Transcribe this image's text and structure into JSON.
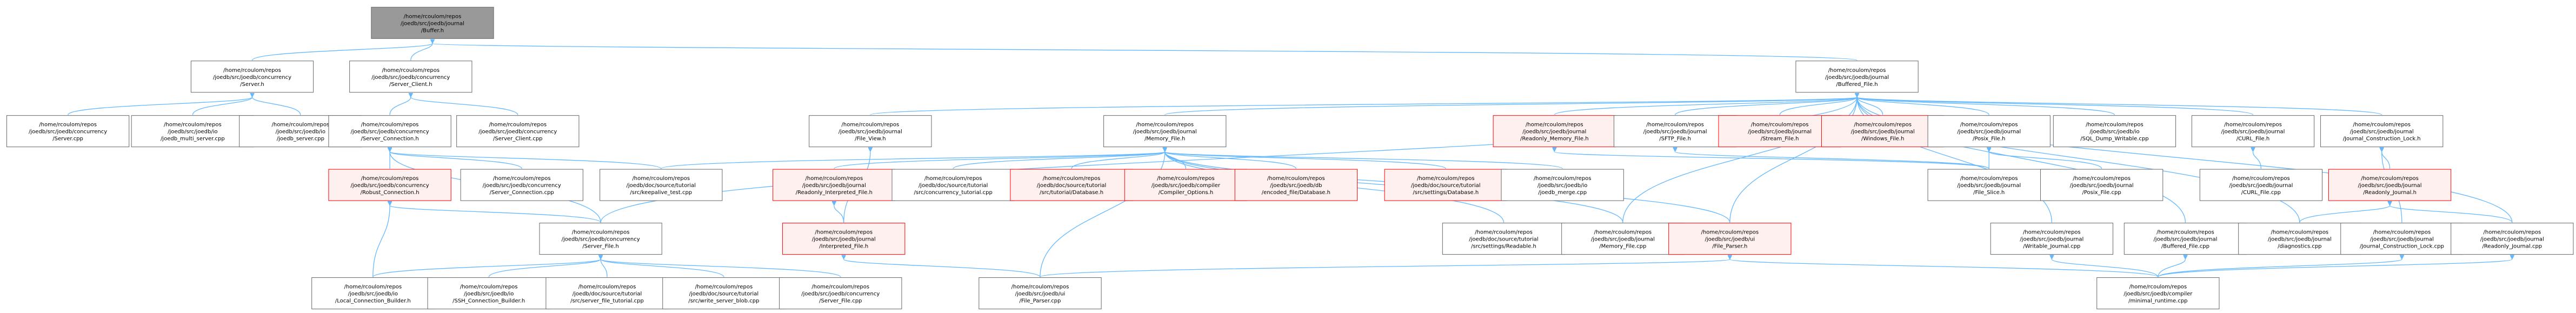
{
  "nodes": [
    {
      "id": "buffer_h",
      "lines": [
        "/home/rcoulom/repos",
        "/joedb/src/joedb/journal",
        "/Buffer.h"
      ],
      "style": "root"
    },
    {
      "id": "server_h",
      "lines": [
        "/home/rcoulom/repos",
        "/joedb/src/joedb/concurrency",
        "/Server.h"
      ],
      "style": "plain"
    },
    {
      "id": "server_client_h",
      "lines": [
        "/home/rcoulom/repos",
        "/joedb/src/joedb/concurrency",
        "/Server_Client.h"
      ],
      "style": "plain"
    },
    {
      "id": "buffered_file_h",
      "lines": [
        "/home/rcoulom/repos",
        "/joedb/src/joedb/journal",
        "/Buffered_File.h"
      ],
      "style": "plain"
    },
    {
      "id": "server_cpp",
      "lines": [
        "/home/rcoulom/repos",
        "/joedb/src/joedb/concurrency",
        "/Server.cpp"
      ],
      "style": "plain"
    },
    {
      "id": "joedb_multi_server",
      "lines": [
        "/home/rcoulom/repos",
        "/joedb/src/joedb/io",
        "/joedb_multi_server.cpp"
      ],
      "style": "plain"
    },
    {
      "id": "joedb_server",
      "lines": [
        "/home/rcoulom/repos",
        "/joedb/src/joedb/io",
        "/joedb_server.cpp"
      ],
      "style": "plain"
    },
    {
      "id": "server_connection_h",
      "lines": [
        "/home/rcoulom/repos",
        "/joedb/src/joedb/concurrency",
        "/Server_Connection.h"
      ],
      "style": "plain"
    },
    {
      "id": "server_client_cpp",
      "lines": [
        "/home/rcoulom/repos",
        "/joedb/src/joedb/concurrency",
        "/Server_Client.cpp"
      ],
      "style": "plain"
    },
    {
      "id": "file_view_h",
      "lines": [
        "/home/rcoulom/repos",
        "/joedb/src/joedb/journal",
        "/File_View.h"
      ],
      "style": "plain"
    },
    {
      "id": "memory_file_h",
      "lines": [
        "/home/rcoulom/repos",
        "/joedb/src/joedb/journal",
        "/Memory_File.h"
      ],
      "style": "plain"
    },
    {
      "id": "readonly_memory_file_h",
      "lines": [
        "/home/rcoulom/repos",
        "/joedb/src/joedb/journal",
        "/Readonly_Memory_File.h"
      ],
      "style": "red"
    },
    {
      "id": "sftp_file_h",
      "lines": [
        "/home/rcoulom/repos",
        "/joedb/src/joedb/journal",
        "/SFTP_File.h"
      ],
      "style": "plain"
    },
    {
      "id": "stream_file_h",
      "lines": [
        "/home/rcoulom/repos",
        "/joedb/src/joedb/journal",
        "/Stream_File.h"
      ],
      "style": "red"
    },
    {
      "id": "windows_file_h",
      "lines": [
        "/home/rcoulom/repos",
        "/joedb/src/joedb/journal",
        "/Windows_File.h"
      ],
      "style": "red"
    },
    {
      "id": "posix_file_h",
      "lines": [
        "/home/rcoulom/repos",
        "/joedb/src/joedb/journal",
        "/Posix_File.h"
      ],
      "style": "plain"
    },
    {
      "id": "sql_dump_writable",
      "lines": [
        "/home/rcoulom/repos",
        "/joedb/src/joedb/io",
        "/SQL_Dump_Writable.cpp"
      ],
      "style": "plain"
    },
    {
      "id": "curl_file_h",
      "lines": [
        "/home/rcoulom/repos",
        "/joedb/src/joedb/journal",
        "/CURL_File.h"
      ],
      "style": "plain"
    },
    {
      "id": "journal_construction_lock_h",
      "lines": [
        "/home/rcoulom/repos",
        "/joedb/src/joedb/journal",
        "/Journal_Construction_Lock.h"
      ],
      "style": "plain"
    },
    {
      "id": "robust_connection_h",
      "lines": [
        "/home/rcoulom/repos",
        "/joedb/src/joedb/concurrency",
        "/Robust_Connection.h"
      ],
      "style": "red"
    },
    {
      "id": "server_connection_cpp",
      "lines": [
        "/home/rcoulom/repos",
        "/joedb/src/joedb/concurrency",
        "/Server_Connection.cpp"
      ],
      "style": "plain"
    },
    {
      "id": "keepalive_test",
      "lines": [
        "/home/rcoulom/repos",
        "/joedb/doc/source/tutorial",
        "/src/keepalive_test.cpp"
      ],
      "style": "plain"
    },
    {
      "id": "readonly_interpreted_file_h",
      "lines": [
        "/home/rcoulom/repos",
        "/joedb/src/joedb/journal",
        "/Readonly_Interpreted_File.h"
      ],
      "style": "red"
    },
    {
      "id": "concurrency_tutorial",
      "lines": [
        "/home/rcoulom/repos",
        "/joedb/doc/source/tutorial",
        "/src/concurrency_tutorial.cpp"
      ],
      "style": "plain"
    },
    {
      "id": "tutorial_database_h",
      "lines": [
        "/home/rcoulom/repos",
        "/joedb/doc/source/tutorial",
        "/src/tutorial/Database.h"
      ],
      "style": "red"
    },
    {
      "id": "compiler_options_h",
      "lines": [
        "/home/rcoulom/repos",
        "/joedb/src/joedb/compiler",
        "/Compiler_Options.h"
      ],
      "style": "red"
    },
    {
      "id": "encoded_file_database_h",
      "lines": [
        "/home/rcoulom/repos",
        "/joedb/src/joedb/db",
        "/encoded_file/Database.h"
      ],
      "style": "red"
    },
    {
      "id": "settings_database_h",
      "lines": [
        "/home/rcoulom/repos",
        "/joedb/doc/source/tutorial",
        "/src/settings/Database.h"
      ],
      "style": "red"
    },
    {
      "id": "joedb_merge",
      "lines": [
        "/home/rcoulom/repos",
        "/joedb/src/joedb/io",
        "/joedb_merge.cpp"
      ],
      "style": "plain"
    },
    {
      "id": "file_slice_h",
      "lines": [
        "/home/rcoulom/repos",
        "/joedb/src/joedb/journal",
        "/File_Slice.h"
      ],
      "style": "plain"
    },
    {
      "id": "posix_file_cpp",
      "lines": [
        "/home/rcoulom/repos",
        "/joedb/src/joedb/journal",
        "/Posix_File.cpp"
      ],
      "style": "plain"
    },
    {
      "id": "curl_file_cpp",
      "lines": [
        "/home/rcoulom/repos",
        "/joedb/src/joedb/journal",
        "/CURL_File.cpp"
      ],
      "style": "plain"
    },
    {
      "id": "readonly_journal_h",
      "lines": [
        "/home/rcoulom/repos",
        "/joedb/src/joedb/journal",
        "/Readonly_Journal.h"
      ],
      "style": "red"
    },
    {
      "id": "server_file_h",
      "lines": [
        "/home/rcoulom/repos",
        "/joedb/src/joedb/concurrency",
        "/Server_File.h"
      ],
      "style": "plain"
    },
    {
      "id": "interpreted_file_h",
      "lines": [
        "/home/rcoulom/repos",
        "/joedb/src/joedb/journal",
        "/Interpreted_File.h"
      ],
      "style": "red"
    },
    {
      "id": "settings_readable_h",
      "lines": [
        "/home/rcoulom/repos",
        "/joedb/doc/source/tutorial",
        "/src/settings/Readable.h"
      ],
      "style": "plain"
    },
    {
      "id": "memory_file_cpp",
      "lines": [
        "/home/rcoulom/repos",
        "/joedb/src/joedb/journal",
        "/Memory_File.cpp"
      ],
      "style": "plain"
    },
    {
      "id": "file_parser_h",
      "lines": [
        "/home/rcoulom/repos",
        "/joedb/src/joedb/ui",
        "/File_Parser.h"
      ],
      "style": "red"
    },
    {
      "id": "writable_journal_cpp",
      "lines": [
        "/home/rcoulom/repos",
        "/joedb/src/joedb/journal",
        "/Writable_Journal.cpp"
      ],
      "style": "plain"
    },
    {
      "id": "buffered_file_cpp",
      "lines": [
        "/home/rcoulom/repos",
        "/joedb/src/joedb/journal",
        "/Buffered_File.cpp"
      ],
      "style": "plain"
    },
    {
      "id": "diagnostics_cpp",
      "lines": [
        "/home/rcoulom/repos",
        "/joedb/src/joedb/journal",
        "/diagnostics.cpp"
      ],
      "style": "plain"
    },
    {
      "id": "journal_construction_lock_cpp",
      "lines": [
        "/home/rcoulom/repos",
        "/joedb/src/joedb/journal",
        "/Journal_Construction_Lock.cpp"
      ],
      "style": "plain"
    },
    {
      "id": "readonly_journal_cpp",
      "lines": [
        "/home/rcoulom/repos",
        "/joedb/src/joedb/journal",
        "/Readonly_Journal.cpp"
      ],
      "style": "plain"
    },
    {
      "id": "local_connection_builder",
      "lines": [
        "/home/rcoulom/repos",
        "/joedb/src/joedb/io",
        "/Local_Connection_Builder.h"
      ],
      "style": "plain"
    },
    {
      "id": "ssh_connection_builder",
      "lines": [
        "/home/rcoulom/repos",
        "/joedb/src/joedb/io",
        "/SSH_Connection_Builder.h"
      ],
      "style": "plain"
    },
    {
      "id": "server_file_tutorial",
      "lines": [
        "/home/rcoulom/repos",
        "/joedb/doc/source/tutorial",
        "/src/server_file_tutorial.cpp"
      ],
      "style": "plain"
    },
    {
      "id": "write_server_blob",
      "lines": [
        "/home/rcoulom/repos",
        "/joedb/doc/source/tutorial",
        "/src/write_server_blob.cpp"
      ],
      "style": "plain"
    },
    {
      "id": "server_file_cpp",
      "lines": [
        "/home/rcoulom/repos",
        "/joedb/src/joedb/concurrency",
        "/Server_File.cpp"
      ],
      "style": "plain"
    },
    {
      "id": "file_parser_cpp",
      "lines": [
        "/home/rcoulom/repos",
        "/joedb/src/joedb/ui",
        "/File_Parser.cpp"
      ],
      "style": "plain"
    },
    {
      "id": "minimal_runtime_cpp",
      "lines": [
        "/home/rcoulom/repos",
        "/joedb/src/joedb/compiler",
        "/minimal_runtime.cpp"
      ],
      "style": "plain"
    }
  ],
  "edges": [
    [
      "buffer_h",
      "server_h"
    ],
    [
      "buffer_h",
      "server_client_h"
    ],
    [
      "buffer_h",
      "buffered_file_h"
    ],
    [
      "server_h",
      "server_cpp"
    ],
    [
      "server_h",
      "joedb_multi_server"
    ],
    [
      "server_h",
      "joedb_server"
    ],
    [
      "server_client_h",
      "server_connection_h"
    ],
    [
      "server_client_h",
      "server_client_cpp"
    ],
    [
      "server_connection_h",
      "robust_connection_h"
    ],
    [
      "server_connection_h",
      "server_connection_cpp"
    ],
    [
      "server_connection_h",
      "keepalive_test"
    ],
    [
      "server_connection_h",
      "server_file_h"
    ],
    [
      "robust_connection_h",
      "local_connection_builder"
    ],
    [
      "robust_connection_h",
      "server_file_h"
    ],
    [
      "server_file_h",
      "local_connection_builder"
    ],
    [
      "server_file_h",
      "ssh_connection_builder"
    ],
    [
      "server_file_h",
      "server_file_tutorial"
    ],
    [
      "server_file_h",
      "write_server_blob"
    ],
    [
      "server_file_h",
      "server_file_cpp"
    ],
    [
      "buffered_file_h",
      "file_view_h"
    ],
    [
      "buffered_file_h",
      "memory_file_h"
    ],
    [
      "buffered_file_h",
      "readonly_memory_file_h"
    ],
    [
      "buffered_file_h",
      "sftp_file_h"
    ],
    [
      "buffered_file_h",
      "stream_file_h"
    ],
    [
      "buffered_file_h",
      "windows_file_h"
    ],
    [
      "buffered_file_h",
      "posix_file_h"
    ],
    [
      "buffered_file_h",
      "sql_dump_writable"
    ],
    [
      "buffered_file_h",
      "curl_file_h"
    ],
    [
      "buffered_file_h",
      "journal_construction_lock_h"
    ],
    [
      "buffered_file_h",
      "server_file_h"
    ],
    [
      "buffered_file_h",
      "writable_journal_cpp"
    ],
    [
      "buffered_file_h",
      "buffered_file_cpp"
    ],
    [
      "buffered_file_h",
      "diagnostics_cpp"
    ],
    [
      "buffered_file_h",
      "readonly_journal_cpp"
    ],
    [
      "buffered_file_h",
      "file_parser_h"
    ],
    [
      "buffered_file_h",
      "memory_file_cpp"
    ],
    [
      "file_view_h",
      "interpreted_file_h"
    ],
    [
      "memory_file_h",
      "keepalive_test"
    ],
    [
      "memory_file_h",
      "readonly_interpreted_file_h"
    ],
    [
      "memory_file_h",
      "concurrency_tutorial"
    ],
    [
      "memory_file_h",
      "tutorial_database_h"
    ],
    [
      "memory_file_h",
      "compiler_options_h"
    ],
    [
      "memory_file_h",
      "encoded_file_database_h"
    ],
    [
      "memory_file_h",
      "settings_database_h"
    ],
    [
      "memory_file_h",
      "joedb_merge"
    ],
    [
      "memory_file_h",
      "memory_file_cpp"
    ],
    [
      "memory_file_h",
      "file_parser_h"
    ],
    [
      "memory_file_h",
      "file_parser_cpp"
    ],
    [
      "memory_file_h",
      "settings_readable_h"
    ],
    [
      "readonly_interpreted_file_h",
      "interpreted_file_h"
    ],
    [
      "interpreted_file_h",
      "file_parser_cpp"
    ],
    [
      "readonly_memory_file_h",
      "file_slice_h"
    ],
    [
      "sftp_file_h",
      "file_slice_h"
    ],
    [
      "posix_file_h",
      "file_slice_h"
    ],
    [
      "posix_file_h",
      "posix_file_cpp"
    ],
    [
      "curl_file_h",
      "curl_file_cpp"
    ],
    [
      "journal_construction_lock_h",
      "readonly_journal_h"
    ],
    [
      "journal_construction_lock_h",
      "journal_construction_lock_cpp"
    ],
    [
      "readonly_journal_h",
      "diagnostics_cpp"
    ],
    [
      "readonly_journal_h",
      "readonly_journal_cpp"
    ],
    [
      "file_parser_h",
      "file_parser_cpp"
    ],
    [
      "writable_journal_cpp",
      "minimal_runtime_cpp"
    ],
    [
      "buffered_file_cpp",
      "minimal_runtime_cpp"
    ],
    [
      "journal_construction_lock_cpp",
      "minimal_runtime_cpp"
    ],
    [
      "readonly_journal_cpp",
      "minimal_runtime_cpp"
    ],
    [
      "file_parser_h",
      "minimal_runtime_cpp"
    ]
  ]
}
